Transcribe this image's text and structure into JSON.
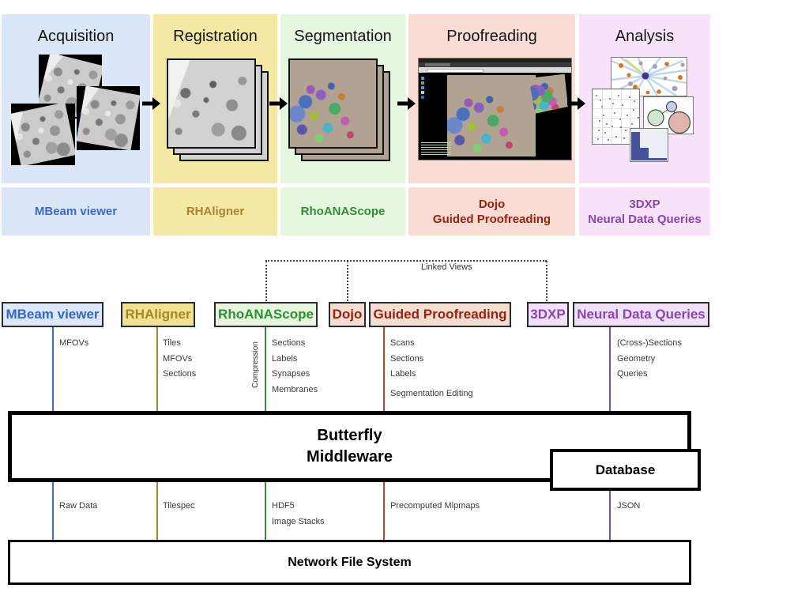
{
  "pipeline": {
    "stages": [
      {
        "title": "Acquisition",
        "tool": "MBeam viewer",
        "bg": "#dbe6f6",
        "accent": "#3a6bc7"
      },
      {
        "title": "Registration",
        "tool": "RHAligner",
        "bg": "#f3e9a4",
        "accent": "#a8842f"
      },
      {
        "title": "Segmentation",
        "tool": "RhoANAScope",
        "bg": "#e7f6df",
        "accent": "#2f8f35"
      },
      {
        "title": "Proofreading",
        "tool": "Dojo\nGuided Proofreading",
        "bg": "#f9dcd4",
        "accent": "#9c2010"
      },
      {
        "title": "Analysis",
        "tool": "3DXP\nNeural Data Queries",
        "bg": "#f9e3fa",
        "accent": "#8a44b4"
      }
    ]
  },
  "architecture": {
    "components": [
      {
        "label": "MBeam viewer",
        "fill": "#dce8f8",
        "accent": "#3565c4",
        "line_color": "#3f6fc4"
      },
      {
        "label": "RHAligner",
        "fill": "#efe291",
        "accent": "#a8862c",
        "line_color": "#a8842f"
      },
      {
        "label": "RhoANAScope",
        "fill": "#e6f6df",
        "accent": "#2f8f35",
        "line_color": "#2f8f35"
      },
      {
        "label": "Dojo",
        "fill": "#f3ded2",
        "accent": "#9c2010",
        "line_color": "#c0442c"
      },
      {
        "label": "Guided Proofreading",
        "fill": "#f3ded2",
        "accent": "#9c2010",
        "line_color": "#c0442c"
      },
      {
        "label": "3DXP",
        "fill": "#f0e1f8",
        "accent": "#8a44b4",
        "line_color": "#7b4fa6"
      },
      {
        "label": "Neural Data Queries",
        "fill": "#f0e1f8",
        "accent": "#8a44b4",
        "line_color": "#7b4fa6"
      }
    ],
    "linked_views_label": "Linked Views",
    "compression_label": "Compression",
    "upper_flows": [
      "MFOVs",
      "Tiles\nMFOVs\nSections",
      "Sections\nLabels\nSynapses\nMembranes",
      "Scans\nSections\nLabels",
      "(Cross-)Sections\nGeometry\nQueries"
    ],
    "segmentation_editing_label": "Segmentation Editing",
    "middleware_label": "Butterfly\nMiddleware",
    "database_label": "Database",
    "nfs_label": "Network File System",
    "lower_flows": [
      "Raw Data",
      "Tilespec",
      "HDF5\nImage Stacks",
      "Precomputed Mipmaps",
      "JSON"
    ]
  }
}
